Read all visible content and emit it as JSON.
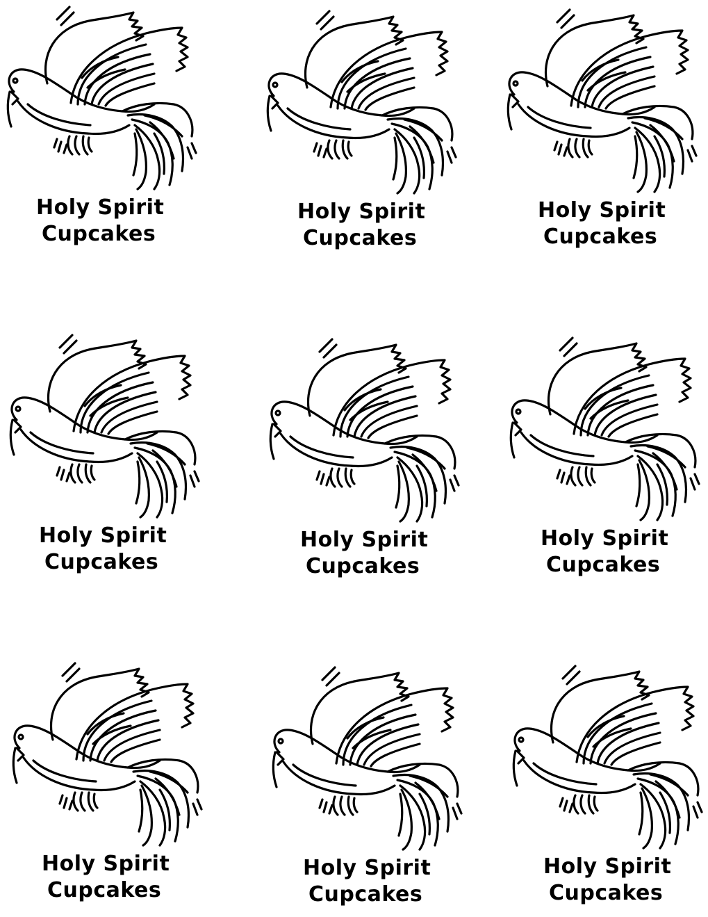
{
  "toppers": [
    {
      "line1": "Holy Spirit",
      "line2": "Cupcakes"
    },
    {
      "line1": "Holy Spirit",
      "line2": "Cupcakes"
    },
    {
      "line1": "Holy Spirit",
      "line2": "Cupcakes"
    },
    {
      "line1": "Holy Spirit",
      "line2": "Cupcakes"
    },
    {
      "line1": "Holy Spirit",
      "line2": "Cupcakes"
    },
    {
      "line1": "Holy Spirit",
      "line2": "Cupcakes"
    },
    {
      "line1": "Holy Spirit",
      "line2": "Cupcakes"
    },
    {
      "line1": "Holy Spirit",
      "line2": "Cupcakes"
    },
    {
      "line1": "Holy Spirit",
      "line2": "Cupcakes"
    }
  ],
  "icons": {
    "dove": "dove-icon"
  }
}
